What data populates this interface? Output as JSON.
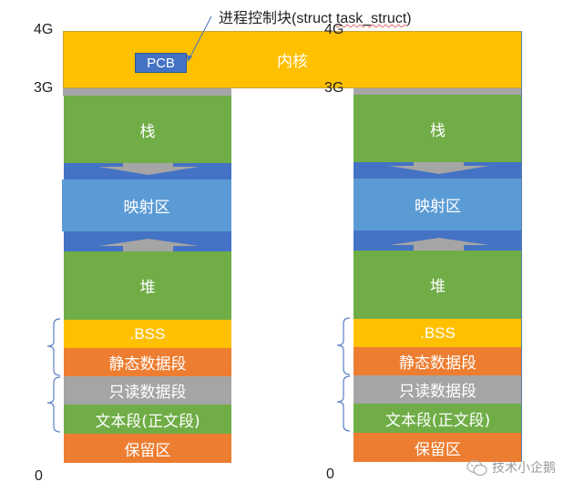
{
  "annotation": {
    "text_cn": "进程控制块",
    "text_code_prefix": "(struct ",
    "text_code_underlined": "task_struct",
    "text_code_suffix": ")"
  },
  "kernel": {
    "label": "内核",
    "pcb_label": "PCB"
  },
  "axis": {
    "top": "4G",
    "mid": "3G",
    "bottom": "0"
  },
  "left_column": {
    "segments": [
      {
        "id": "stack",
        "label": "栈",
        "color": "#70ad47"
      },
      {
        "id": "mmap",
        "label": "映射区",
        "color": "#5b9bd5"
      },
      {
        "id": "heap",
        "label": "堆",
        "color": "#70ad47"
      },
      {
        "id": "bss",
        "label": ".BSS",
        "color": "#ffc000"
      },
      {
        "id": "data",
        "label": "静态数据段",
        "color": "#ed7d31"
      },
      {
        "id": "rodata",
        "label": "只读数据段",
        "color": "#a5a5a5"
      },
      {
        "id": "text",
        "label": "文本段(正文段)",
        "color": "#70ad47"
      },
      {
        "id": "reserved",
        "label": "保留区",
        "color": "#ed7d31"
      }
    ]
  },
  "right_column": {
    "segments": [
      {
        "id": "stack",
        "label": "栈",
        "color": "#70ad47"
      },
      {
        "id": "mmap",
        "label": "映射区",
        "color": "#5b9bd5"
      },
      {
        "id": "heap",
        "label": "堆",
        "color": "#70ad47"
      },
      {
        "id": "bss",
        "label": ".BSS",
        "color": "#ffc000"
      },
      {
        "id": "data",
        "label": "静态数据段",
        "color": "#ed7d31"
      },
      {
        "id": "rodata",
        "label": "只读数据段",
        "color": "#a5a5a5"
      },
      {
        "id": "text",
        "label": "文本段(正文段)",
        "color": "#70ad47"
      },
      {
        "id": "reserved",
        "label": "保留区",
        "color": "#ed7d31"
      }
    ]
  },
  "colors": {
    "kernel": "#ffc000",
    "guard": "#a5a5a5",
    "gap": "#4472c4",
    "arrow": "#a5a5a5",
    "brace": "#5b7fc4"
  },
  "watermark": {
    "text": "技术小企鹅"
  }
}
